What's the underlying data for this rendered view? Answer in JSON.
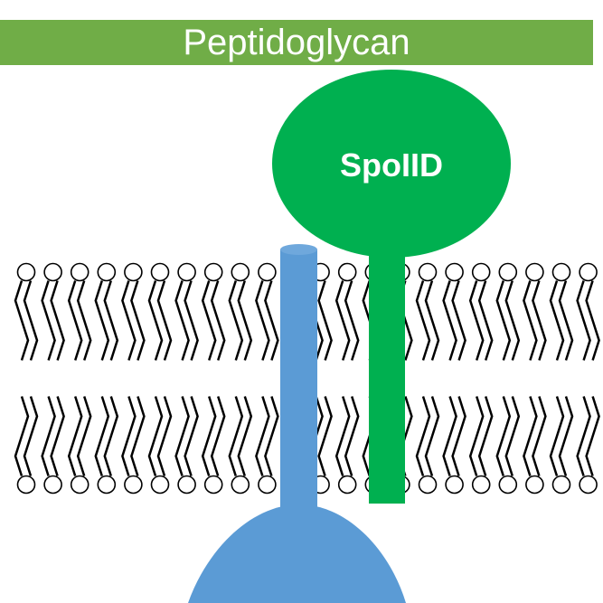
{
  "banner": {
    "label": "Peptidoglycan",
    "color": "#70AD47"
  },
  "proteins": {
    "spoiid": {
      "label": "SpoIID",
      "color": "#00B050",
      "label_color": "#ffffff"
    },
    "partner": {
      "label": "",
      "color": "#5B9BD5",
      "cap_color": "#6FA8DC"
    }
  },
  "membrane": {
    "lipid_count_per_leaflet": 22,
    "head_color": "#ffffff",
    "outline_color": "#000000"
  }
}
